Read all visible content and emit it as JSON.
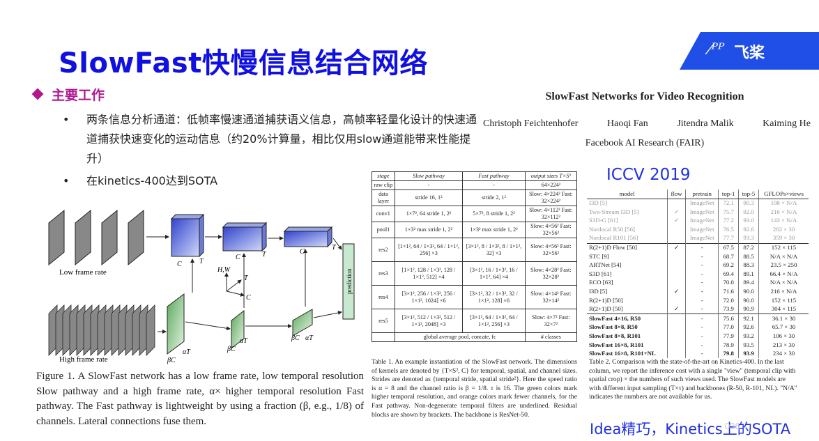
{
  "title": "SlowFast快慢信息结合网络",
  "logo": {
    "mark": "⁄ᴾᴾ",
    "text": "飞桨"
  },
  "section": {
    "heading": "主要工作",
    "items": [
      "两条信息分析通道：低帧率慢速通道捕获语义信息，高帧率轻量化设计的快速通道捕获快速变化的运动信息（约20%计算量，相比仅用slow通道能带来性能提升）",
      "在kinetics-400达到SOTA"
    ]
  },
  "paper": {
    "title": "SlowFast Networks for Video Recognition",
    "authors": [
      "Christoph Feichtenhofer",
      "Haoqi Fan",
      "Jitendra Malik",
      "Kaiming He"
    ],
    "affiliation": "Facebook AI Research (FAIR)"
  },
  "venue": "ICCV 2019",
  "figure1": {
    "low_label": "Low frame rate",
    "high_label": "High frame rate",
    "prediction": "prediction",
    "caption": "Figure 1. A SlowFast network has a low frame rate, low temporal resolution Slow pathway and a high frame rate, α× higher temporal resolution Fast pathway. The Fast pathway is lightweight by using a fraction (β, e.g., 1/8) of channels. Lateral connections fuse them."
  },
  "table1": {
    "headers": [
      "stage",
      "Slow pathway",
      "Fast pathway",
      "output sizes T×S²"
    ],
    "rows": [
      [
        "raw clip",
        "-",
        "-",
        "64×224²"
      ],
      [
        "data layer",
        "stride 16, 1²",
        "stride 2, 1²",
        "Slow: 4×224² Fast: 32×224²"
      ],
      [
        "conv1",
        "1×7², 64 stride 1, 2²",
        "5×7², 8 stride 1, 2²",
        "Slow: 4×112² Fast: 32×112²"
      ],
      [
        "pool1",
        "1×3² max stride 1, 2²",
        "1×3² max stride 1, 2²",
        "Slow: 4×56² Fast: 32×56²"
      ],
      [
        "res2",
        "[1×1², 64 / 1×3², 64 / 1×1², 256] ×3",
        "[3×1², 8 / 1×3², 8 / 1×1², 32] ×3",
        "Slow: 4×56² Fast: 32×56²"
      ],
      [
        "res3",
        "[1×1², 128 / 1×3², 128 / 1×1², 512] ×4",
        "[3×1², 16 / 1×3², 16 / 1×1², 64] ×4",
        "Slow: 4×28² Fast: 32×28²"
      ],
      [
        "res4",
        "[3×1², 256 / 1×3², 256 / 1×1², 1024] ×6",
        "[3×1², 32 / 1×3², 32 / 1×1², 128] ×6",
        "Slow: 4×14² Fast: 32×14²"
      ],
      [
        "res5",
        "[3×1², 512 / 1×3², 512 / 1×1², 2048] ×3",
        "[3×1², 64 / 1×3², 64 / 1×1², 256] ×3",
        "Slow: 4×7² Fast: 32×7²"
      ],
      [
        "",
        "global average pool, concate, fc",
        "",
        "# classes"
      ]
    ],
    "caption": "Table 1. An example instantiation of the SlowFast network. The dimensions of kernels are denoted by {T×S², C} for temporal, spatial, and channel sizes. Strides are denoted as {temporal stride, spatial stride²}. Here the speed ratio is α = 8 and the channel ratio is β = 1/8. τ is 16. The green colors mark higher temporal resolution, and orange colors mark fewer channels, for the Fast pathway. Non-degenerate temporal filters are underlined. Residual blocks are shown by brackets. The backbone is ResNet-50."
  },
  "table2": {
    "headers": [
      "model",
      "flow",
      "pretrain",
      "top-1",
      "top-5",
      "GFLOPs×views"
    ],
    "rows": [
      [
        "I3D [5]",
        "",
        "ImageNet",
        "72.1",
        "90.3",
        "108 × N/A"
      ],
      [
        "Two-Stream I3D [5]",
        "✓",
        "ImageNet",
        "75.7",
        "92.0",
        "216 × N/A"
      ],
      [
        "S3D-G [61]",
        "✓",
        "ImageNet",
        "77.2",
        "93.0",
        "143 × N/A"
      ],
      [
        "Nonlocal R50 [56]",
        "",
        "ImageNet",
        "76.5",
        "92.6",
        "282 × 30"
      ],
      [
        "Nonlocal R101 [56]",
        "",
        "ImageNet",
        "77.7",
        "93.3",
        "359 × 30"
      ],
      [
        "R(2+1)D Flow [50]",
        "✓",
        "-",
        "67.5",
        "87.2",
        "152 × 115"
      ],
      [
        "STC [9]",
        "",
        "-",
        "68.7",
        "88.5",
        "N/A × N/A"
      ],
      [
        "ARTNet [54]",
        "",
        "-",
        "69.2",
        "88.3",
        "23.5 × 250"
      ],
      [
        "S3D [61]",
        "",
        "-",
        "69.4",
        "89.1",
        "66.4 × N/A"
      ],
      [
        "ECO [63]",
        "",
        "-",
        "70.0",
        "89.4",
        "N/A × N/A"
      ],
      [
        "I3D [5]",
        "✓",
        "-",
        "71.6",
        "90.0",
        "216 × N/A"
      ],
      [
        "R(2+1)D [50]",
        "",
        "-",
        "72.0",
        "90.0",
        "152 × 115"
      ],
      [
        "R(2+1)D [50]",
        "✓",
        "-",
        "73.9",
        "90.9",
        "304 × 115"
      ],
      [
        "SlowFast 4×16, R50",
        "",
        "-",
        "75.6",
        "92.1",
        "36.1 × 30"
      ],
      [
        "SlowFast 8×8, R50",
        "",
        "-",
        "77.0",
        "92.6",
        "65.7 × 30"
      ],
      [
        "SlowFast 8×8, R101",
        "",
        "-",
        "77.9",
        "93.2",
        "106 × 30"
      ],
      [
        "SlowFast 16×8, R101",
        "",
        "-",
        "78.9",
        "93.5",
        "213 × 30"
      ],
      [
        "SlowFast 16×8, R101+NL",
        "",
        "-",
        "79.8",
        "93.9",
        "234 × 30"
      ]
    ],
    "caption": "Table 2. Comparison with the state-of-the-art on Kinetics-400. In the last column, we report the inference cost with a single \"view\" (temporal clip with spatial crop) × the numbers of such views used. The SlowFast models are with different input sampling (T×τ) and backbones (R-50, R-101, NL). \"N/A\" indicates the numbers are not available for us."
  },
  "note": "Idea精巧，Kinetics上的SOTA",
  "watermark": "036"
}
